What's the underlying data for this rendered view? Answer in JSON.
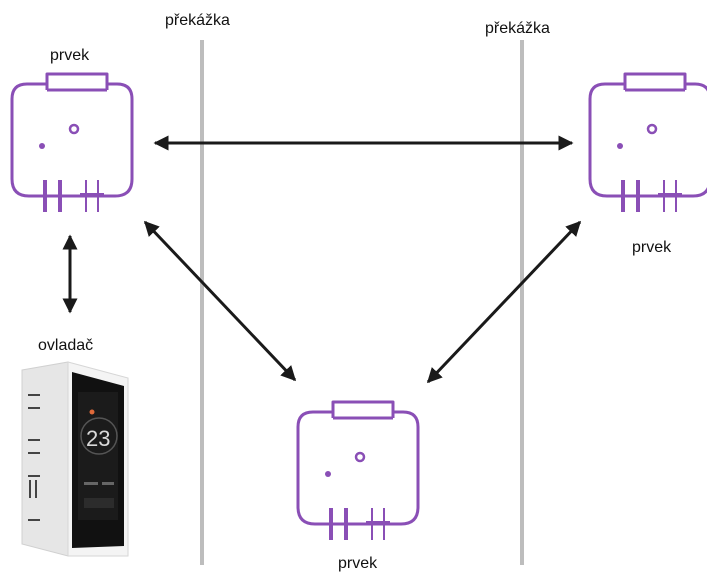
{
  "labels": {
    "barrier_left": "překážka",
    "barrier_right": "překážka",
    "device_top_left": "prvek",
    "device_right": "prvek",
    "device_bottom": "prvek",
    "controller": "ovladač",
    "controller_temp": "23"
  },
  "colors": {
    "device": "#8a4fb6",
    "barrier": "#bdbdbd",
    "arrow": "#1a1a1a",
    "controller_frame": "#f2f2f2",
    "controller_screen": "#111111"
  },
  "icons": {
    "device": "smart-module-icon",
    "controller": "thermostat-controller-icon"
  }
}
